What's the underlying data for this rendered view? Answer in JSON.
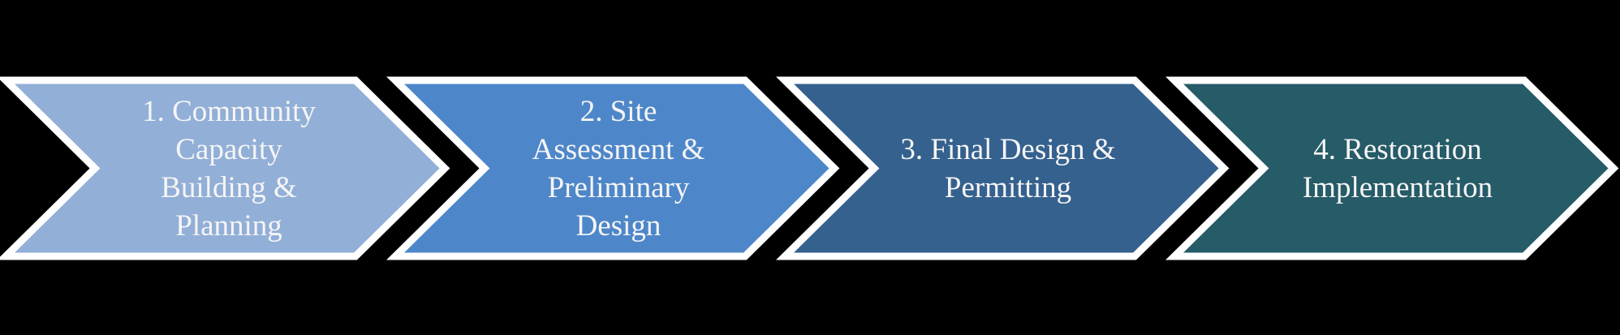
{
  "diagram": {
    "type": "process-flow-chevrons",
    "background_color": "#000000",
    "border_color": "#FFFFFF",
    "text_color": "#F5F5F5",
    "steps": [
      {
        "label": "1. Community\nCapacity\nBuilding &\nPlanning",
        "fill": "#92AFD7"
      },
      {
        "label": "2. Site\nAssessment &\nPreliminary\nDesign",
        "fill": "#4E87C9"
      },
      {
        "label": "3. Final Design &\nPermitting",
        "fill": "#35618F"
      },
      {
        "label": "4. Restoration\nImplementation",
        "fill": "#265B68"
      }
    ]
  }
}
